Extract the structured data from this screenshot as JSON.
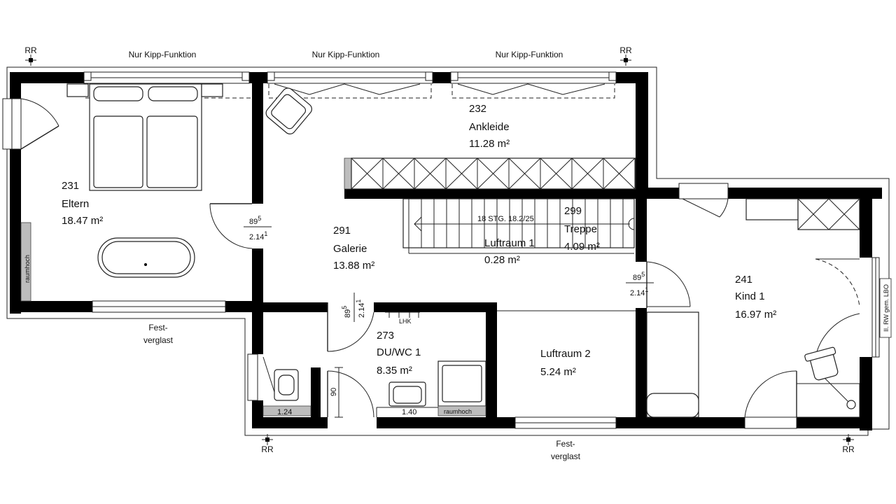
{
  "plan": {
    "rooms": [
      {
        "id": "231",
        "name": "Eltern",
        "area": "18.47 m²"
      },
      {
        "id": "232",
        "name": "Ankleide",
        "area": "11.28 m²"
      },
      {
        "id": "291",
        "name": "Galerie",
        "area": "13.88 m²"
      },
      {
        "id": "299",
        "name": "Treppe",
        "area": "4.09 m²"
      },
      {
        "id": "241",
        "name": "Kind 1",
        "area": "16.97 m²"
      },
      {
        "id": "273",
        "name": "DU/WC 1",
        "area": "8.35 m²"
      },
      {
        "name": "Luftraum 1",
        "area": "0.28 m²"
      },
      {
        "name": "Luftraum 2",
        "area": "5.24 m²"
      }
    ],
    "window_notes": {
      "kipp": "Nur Kipp-Funktion",
      "festverglast_line1": "Fest-",
      "festverglast_line2": "verglast",
      "rw": "II. RW gem. LBO"
    },
    "rr_label": "RR",
    "door_dims": {
      "width": "89",
      "width_sup": "5",
      "height": "2.14",
      "height_sup": "1"
    },
    "stair_label": "18 STG. 18.2/25",
    "raumhoch": "raumhoch",
    "lhk": "LHK",
    "dims": {
      "d124": "1.24",
      "d140": "1.40",
      "d90": "90"
    }
  }
}
